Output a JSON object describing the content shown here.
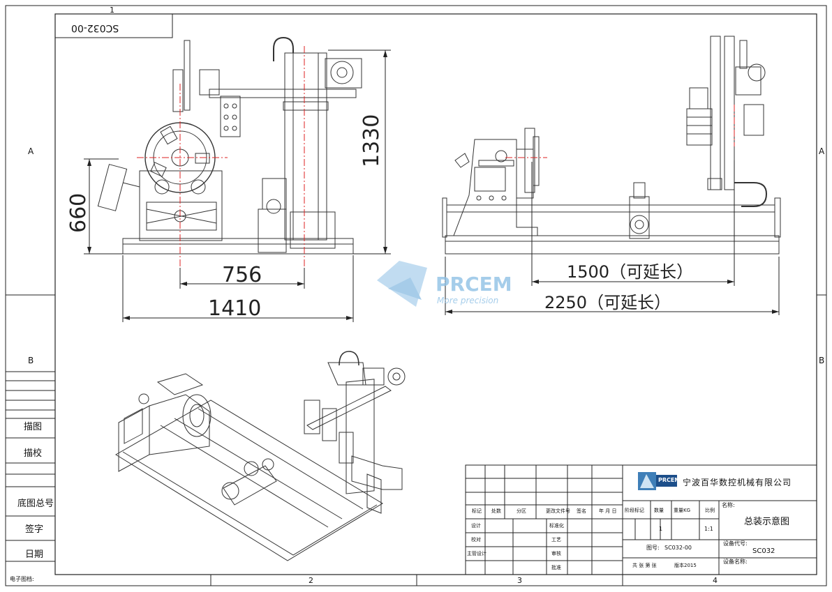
{
  "drawing_number": "SC032-00",
  "zone_labels": {
    "cols": [
      "1",
      "2",
      "3",
      "4"
    ],
    "rows": [
      "A",
      "B"
    ]
  },
  "dimensions": {
    "front_height": "1330",
    "chuck_height": "660",
    "offset": "756",
    "front_length": "1410",
    "side_travel": "1500（可延长）",
    "side_length": "2250（可延长）"
  },
  "watermark": {
    "brand": "PRCEM",
    "slogan": "More precision"
  },
  "left_panel": {
    "items": [
      "描图",
      "描校",
      "底图总号",
      "签字",
      "日期"
    ],
    "footer": "电子图档:"
  },
  "title_block": {
    "company": "宁波百华数控机械有限公司",
    "logo_text": "PRCEM",
    "header_row": [
      "标记",
      "处数",
      "分区",
      "更改文件号",
      "签名",
      "年 月 日"
    ],
    "rows": [
      {
        "role": "设计",
        "extra": "标准化"
      },
      {
        "role": "校对",
        "extra": "工艺"
      },
      {
        "role": "主管设计",
        "extra": "审核"
      },
      {
        "role": "",
        "extra": "批准"
      }
    ],
    "col_heads": [
      "阶段标记",
      "数量",
      "重量KG",
      "比例"
    ],
    "quantity": "1",
    "scale": "1:1",
    "name_label": "名称:",
    "name_value": "总装示意图",
    "drawing_no_label": "图号:",
    "drawing_no_value": "SC032-00",
    "equip_code_label": "设备代号:",
    "equip_code_value": "SC032",
    "equip_name_label": "设备名称:",
    "sheets_text": "共 张  第 张",
    "version": "版本2015"
  }
}
